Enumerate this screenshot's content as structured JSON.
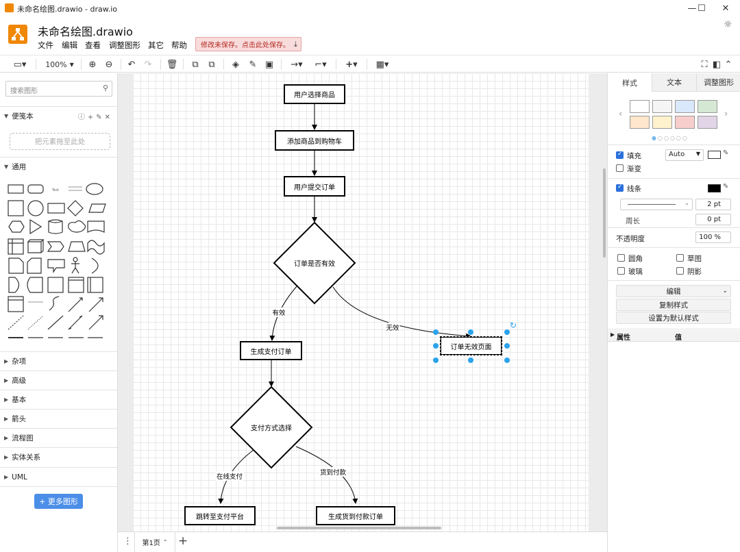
{
  "window": {
    "title": "未命名绘图.drawio - draw.io",
    "minimize_glyph": "—",
    "maximize_glyph": "☐",
    "close_glyph": "✕"
  },
  "header": {
    "doc_title": "未命名绘图.drawio",
    "menus": [
      "文件",
      "编辑",
      "查看",
      "调整图形",
      "其它",
      "帮助"
    ],
    "save_warning": "修改未保存。点击此处保存。",
    "save_icon": "download-icon"
  },
  "toolbar": {
    "zoom": "100%",
    "icons": [
      "panel-toggle-icon",
      "zoom-in-icon",
      "zoom-out-icon",
      "undo-icon",
      "redo-icon",
      "delete-icon",
      "to-front-icon",
      "to-back-icon",
      "fill-color-icon",
      "line-color-icon",
      "shadow-icon",
      "connection-icon",
      "waypoints-icon",
      "insert-icon",
      "table-icon",
      "fullscreen-icon",
      "format-panel-icon",
      "collapse-icon"
    ]
  },
  "left_panel": {
    "search_placeholder": "搜索图形",
    "scratchpad_title": "便笺本",
    "dropzone_text": "把元素拖至此处",
    "general_title": "通用",
    "categories": [
      "杂项",
      "高级",
      "基本",
      "箭头",
      "流程图",
      "实体关系",
      "UML"
    ],
    "more_shapes": "+ 更多图形"
  },
  "diagram": {
    "nodes": {
      "n1": "用户选择商品",
      "n2": "添加商品到购物车",
      "n3": "用户提交订单",
      "d1": "订单是否有效",
      "n4": "生成支付订单",
      "n5": "订单无效页面",
      "d2": "支付方式选择",
      "n6": "跳转至支付平台",
      "n7": "生成货到付款订单"
    },
    "edge_labels": {
      "valid": "有效",
      "invalid": "无效",
      "online": "在线支付",
      "cod": "货到付款"
    }
  },
  "page_tabs": {
    "current": "第1页",
    "menu_glyph": "⋮",
    "add_glyph": "+"
  },
  "right_panel": {
    "tabs": [
      "样式",
      "文本",
      "调整图形"
    ],
    "swatch_colors": [
      "#ffffff",
      "#f5f5f5",
      "#dae8fc",
      "#d5e8d4",
      "#ffe6cc",
      "#fff2cc",
      "#f8cecc",
      "#e1d5e7"
    ],
    "fill_label": "填充",
    "fill_value": "Auto",
    "gradient_label": "渐变",
    "line_label": "线条",
    "line_width": "2 pt",
    "perimeter_label": "周长",
    "perimeter_value": "0 pt",
    "opacity_label": "不透明度",
    "opacity_value": "100 %",
    "options": [
      "圆角",
      "草图",
      "玻璃",
      "阴影"
    ],
    "edit_button": "编辑",
    "copy_style": "复制样式",
    "set_default": "设置为默认样式",
    "property_header": "属性",
    "value_header": "值"
  }
}
